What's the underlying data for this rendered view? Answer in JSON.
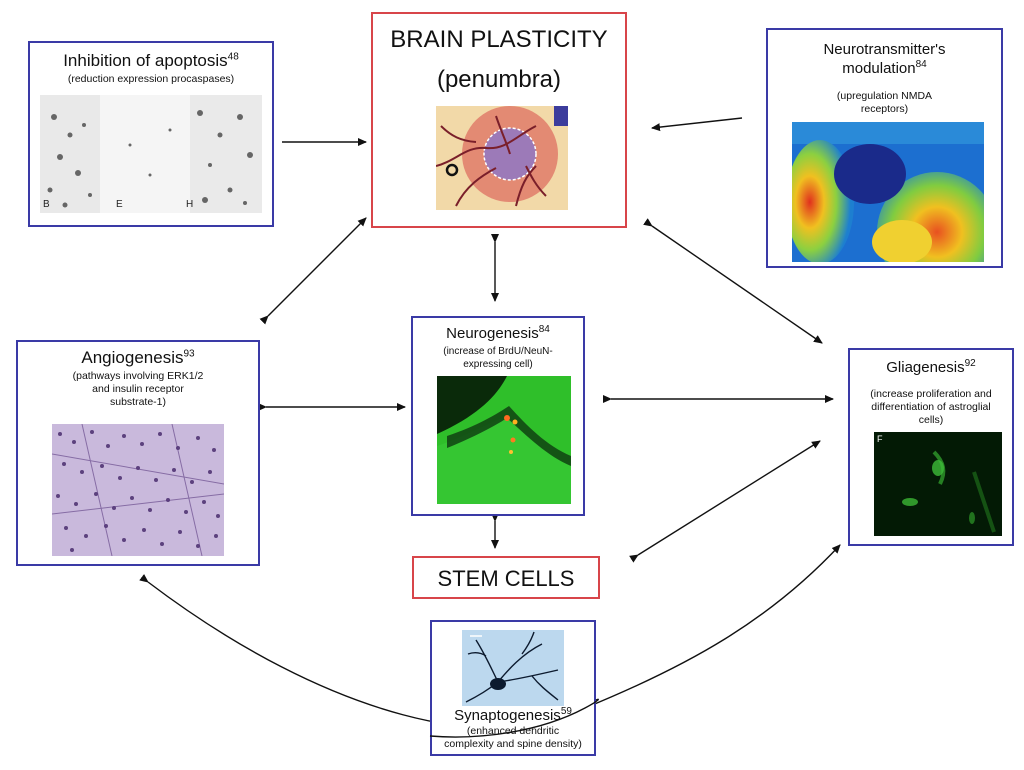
{
  "center": {
    "title": "BRAIN PLASTICITY",
    "subtitle": "(penumbra)"
  },
  "stem_cells": {
    "label": "STEM CELLS"
  },
  "nodes": {
    "apoptosis": {
      "title": "Inhibition of apoptosis",
      "ref": "48",
      "desc": "(reduction expression procaspases)",
      "panel_letters": [
        "B",
        "E",
        "H"
      ]
    },
    "neurotransmitter": {
      "title_line1": "Neurotransmitter's",
      "title_line2": "modulation",
      "ref": "84",
      "desc_line1": "(upregulation NMDA",
      "desc_line2": "receptors)"
    },
    "angiogenesis": {
      "title": "Angiogenesis",
      "ref": "93",
      "desc_line1": "(pathways involving ERK1/2",
      "desc_line2": "and insulin receptor",
      "desc_line3": "substrate-1)"
    },
    "neurogenesis": {
      "title": "Neurogenesis",
      "ref": "84",
      "desc_line1": "(increase of BrdU/NeuN-",
      "desc_line2": "expressing cell)"
    },
    "gliagenesis": {
      "title": "Gliagenesis",
      "ref": "92",
      "desc_line1": "(increase proliferation and",
      "desc_line2": "differentiation of astroglial",
      "desc_line3": "cells)",
      "panel_letter": "F"
    },
    "synaptogenesis": {
      "title": "Synaptogenesis",
      "ref": "59",
      "desc_line1": "(enhanced dendritic",
      "desc_line2": "complexity and spine density)"
    }
  },
  "colors": {
    "box_border_blue": "#3a3aa6",
    "box_border_red": "#d8454a",
    "arrow": "#111111"
  }
}
